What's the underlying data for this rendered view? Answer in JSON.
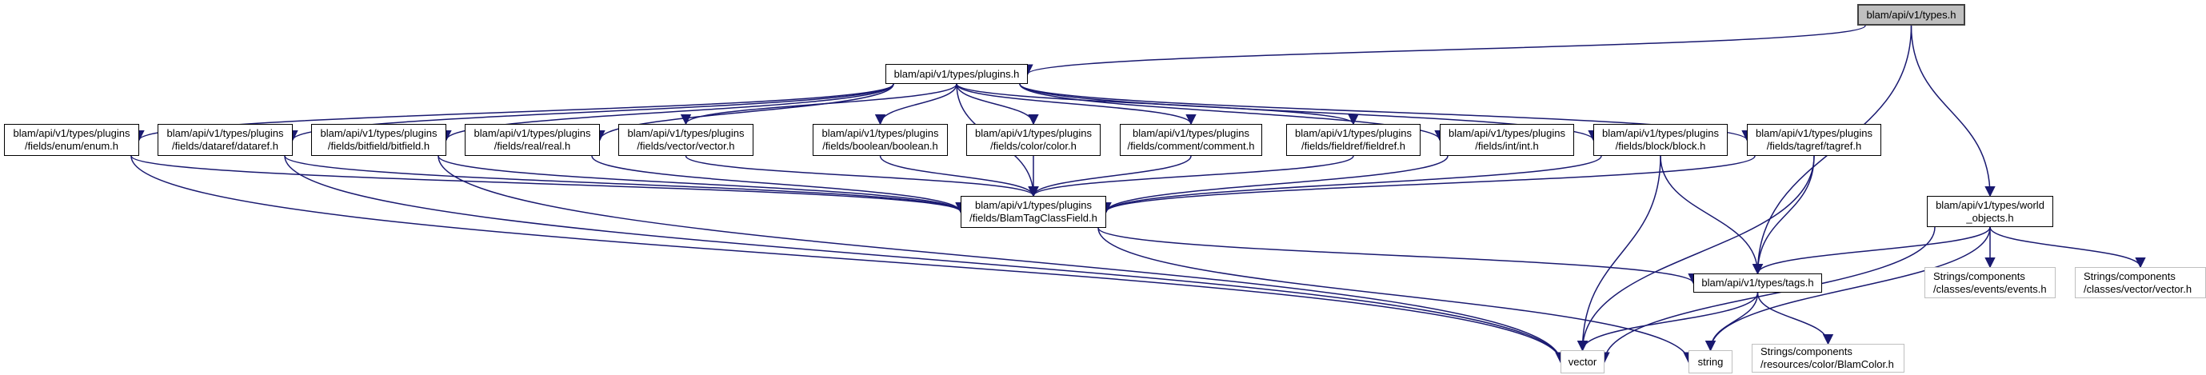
{
  "diagram": {
    "type": "include-dependency-graph",
    "edge_color": "#191970",
    "root_fill": "#bfbfbf",
    "nodes": [
      {
        "id": "types",
        "label": "blam/api/v1/types.h",
        "kind": "root"
      },
      {
        "id": "plugins",
        "label": "blam/api/v1/types/plugins.h",
        "kind": "file"
      },
      {
        "id": "enum",
        "label": "blam/api/v1/types/plugins\n/fields/enum/enum.h",
        "kind": "file"
      },
      {
        "id": "dataref",
        "label": "blam/api/v1/types/plugins\n/fields/dataref/dataref.h",
        "kind": "file"
      },
      {
        "id": "bitfield",
        "label": "blam/api/v1/types/plugins\n/fields/bitfield/bitfield.h",
        "kind": "file"
      },
      {
        "id": "real",
        "label": "blam/api/v1/types/plugins\n/fields/real/real.h",
        "kind": "file"
      },
      {
        "id": "fvector",
        "label": "blam/api/v1/types/plugins\n/fields/vector/vector.h",
        "kind": "file"
      },
      {
        "id": "boolean",
        "label": "blam/api/v1/types/plugins\n/fields/boolean/boolean.h",
        "kind": "file"
      },
      {
        "id": "color",
        "label": "blam/api/v1/types/plugins\n/fields/color/color.h",
        "kind": "file"
      },
      {
        "id": "comment",
        "label": "blam/api/v1/types/plugins\n/fields/comment/comment.h",
        "kind": "file"
      },
      {
        "id": "fieldref",
        "label": "blam/api/v1/types/plugins\n/fields/fieldref/fieldref.h",
        "kind": "file"
      },
      {
        "id": "int",
        "label": "blam/api/v1/types/plugins\n/fields/int/int.h",
        "kind": "file"
      },
      {
        "id": "block",
        "label": "blam/api/v1/types/plugins\n/fields/block/block.h",
        "kind": "file"
      },
      {
        "id": "tagref",
        "label": "blam/api/v1/types/plugins\n/fields/tagref/tagref.h",
        "kind": "file"
      },
      {
        "id": "btcf",
        "label": "blam/api/v1/types/plugins\n/fields/BlamTagClassField.h",
        "kind": "file"
      },
      {
        "id": "world",
        "label": "blam/api/v1/types/world\n_objects.h",
        "kind": "file"
      },
      {
        "id": "tags",
        "label": "blam/api/v1/types/tags.h",
        "kind": "file"
      },
      {
        "id": "events",
        "label": "Strings/components\n/classes/events/events.h",
        "kind": "external"
      },
      {
        "id": "svector",
        "label": "Strings/components\n/classes/vector/vector.h",
        "kind": "external"
      },
      {
        "id": "vector",
        "label": "vector",
        "kind": "external"
      },
      {
        "id": "string",
        "label": "string",
        "kind": "external"
      },
      {
        "id": "blamcolor",
        "label": "Strings/components\n/resources/color/BlamColor.h",
        "kind": "external"
      }
    ],
    "edges": [
      [
        "types",
        "plugins"
      ],
      [
        "types",
        "tags"
      ],
      [
        "types",
        "world"
      ],
      [
        "plugins",
        "enum"
      ],
      [
        "plugins",
        "dataref"
      ],
      [
        "plugins",
        "bitfield"
      ],
      [
        "plugins",
        "real"
      ],
      [
        "plugins",
        "fvector"
      ],
      [
        "plugins",
        "btcf"
      ],
      [
        "plugins",
        "boolean"
      ],
      [
        "plugins",
        "color"
      ],
      [
        "plugins",
        "comment"
      ],
      [
        "plugins",
        "fieldref"
      ],
      [
        "plugins",
        "int"
      ],
      [
        "plugins",
        "block"
      ],
      [
        "plugins",
        "tagref"
      ],
      [
        "enum",
        "btcf"
      ],
      [
        "enum",
        "vector"
      ],
      [
        "dataref",
        "btcf"
      ],
      [
        "dataref",
        "vector"
      ],
      [
        "bitfield",
        "btcf"
      ],
      [
        "bitfield",
        "vector"
      ],
      [
        "real",
        "btcf"
      ],
      [
        "fvector",
        "btcf"
      ],
      [
        "boolean",
        "btcf"
      ],
      [
        "color",
        "btcf"
      ],
      [
        "comment",
        "btcf"
      ],
      [
        "fieldref",
        "btcf"
      ],
      [
        "int",
        "btcf"
      ],
      [
        "block",
        "btcf"
      ],
      [
        "block",
        "tags"
      ],
      [
        "block",
        "vector"
      ],
      [
        "tagref",
        "btcf"
      ],
      [
        "tagref",
        "tags"
      ],
      [
        "tagref",
        "vector"
      ],
      [
        "btcf",
        "tags"
      ],
      [
        "btcf",
        "string"
      ],
      [
        "tags",
        "vector"
      ],
      [
        "tags",
        "string"
      ],
      [
        "tags",
        "blamcolor"
      ],
      [
        "world",
        "tags"
      ],
      [
        "world",
        "vector"
      ],
      [
        "world",
        "string"
      ],
      [
        "world",
        "events"
      ],
      [
        "world",
        "svector"
      ]
    ]
  }
}
